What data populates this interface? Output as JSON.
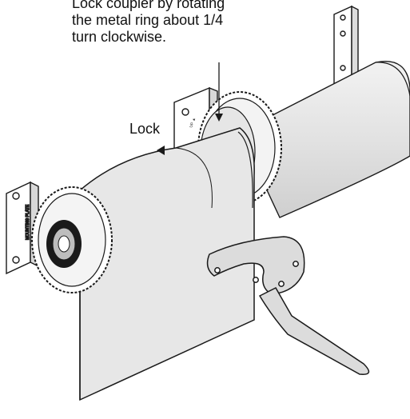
{
  "diagram": {
    "instruction_lines": [
      "Lock coupler by rotating",
      "the metal ring about 1/4",
      "turn clockwise."
    ],
    "lock_label": "Lock",
    "colors": {
      "fabric": "#e7e7e7",
      "fabric_shadow": "#d6d6d6",
      "line": "#1a1a1a",
      "metal": "#cfcfcf",
      "background": "#ffffff"
    },
    "icons": [
      "arrow-down-icon",
      "arrow-left-icon"
    ]
  }
}
